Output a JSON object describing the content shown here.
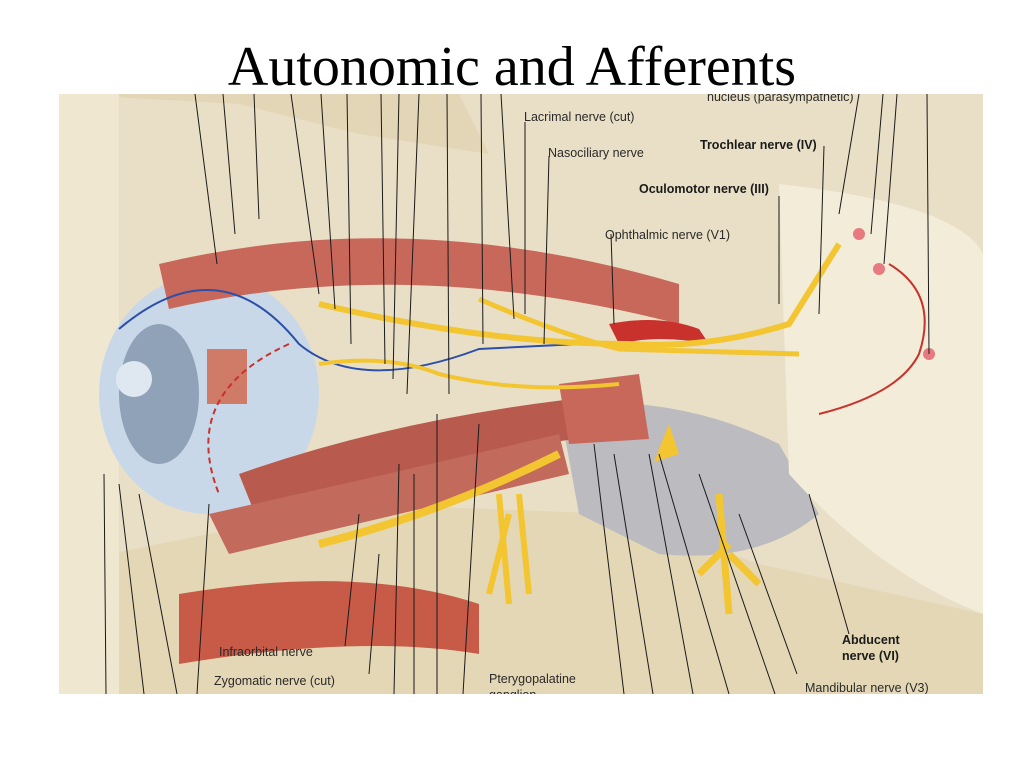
{
  "title": "Autonomic and Afferents",
  "labels": {
    "nucleus_parasympathetic": "nucleus (parasympathetic)",
    "lacrimal_nerve": "Lacrimal nerve (cut)",
    "nasociliary_nerve": "Nasociliary nerve",
    "trochlear_nerve": "Trochlear nerve (IV)",
    "oculomotor_nerve": "Oculomotor nerve (III)",
    "ophthalmic_nerve": "Ophthalmic nerve (V1)",
    "abducent_nerve_line1": "Abducent",
    "abducent_nerve_line2": "nerve (VI)",
    "mandibular_nerve": "Mandibular nerve (V3)",
    "infraorbital_nerve": "Infraorbital nerve",
    "zygomatic_nerve": "Zygomatic nerve (cut)",
    "pterygopalatine_line1": "Pterygopalatine",
    "pterygopalatine_line2": "ganglion"
  },
  "colors": {
    "nerve": "#f2c531",
    "muscle": "#c8685a",
    "bone": "#ece3cc",
    "vessel_red": "#c8312c",
    "vessel_blue": "#2c4fa8"
  }
}
